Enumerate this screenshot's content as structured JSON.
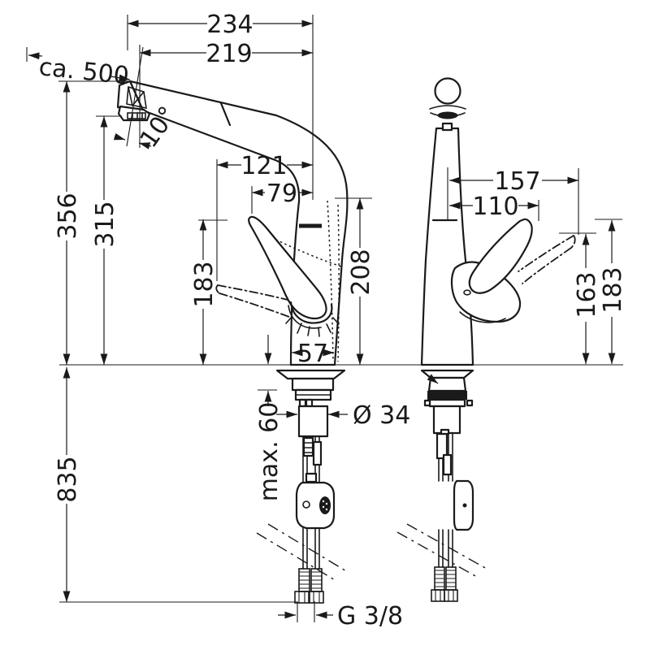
{
  "drawing": {
    "type": "technical-dimension-drawing",
    "subject": "kitchen-faucet-pullout-spout",
    "colors": {
      "line": "#1a1a1a",
      "background": "#ffffff"
    },
    "side_view": {
      "width_overall": "234",
      "width_spout": "219",
      "hose_pullout": "ca. 500",
      "spout_angle": "10°",
      "height_overall": "356",
      "height_to_aerator": "315",
      "handle_reach_open": "121",
      "handle_reach_closed": "79",
      "handle_top_height": "183",
      "pullout_section_height": "208",
      "base_width": "57",
      "max_counter_thickness": "max. 60",
      "shank_diameter": "Ø 34",
      "hose_length_below": "835",
      "connection_thread": "G 3/8"
    },
    "front_view": {
      "handle_reach_open": "157",
      "handle_reach_closed": "110",
      "handle_height_open": "163",
      "handle_height_closed": "183"
    }
  }
}
